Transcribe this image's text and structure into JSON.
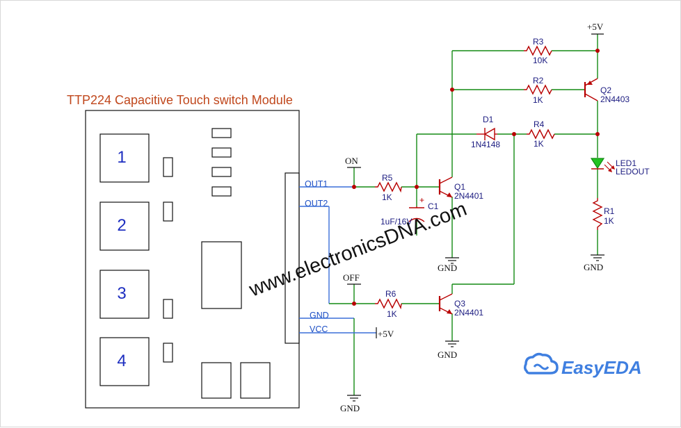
{
  "module": {
    "title": "TTP224 Capacitive Touch switch Module",
    "pads": [
      "1",
      "2",
      "3",
      "4"
    ],
    "pins": [
      "OUT1",
      "OUT2",
      "GND",
      "VCC"
    ]
  },
  "power": {
    "vcc_top": "+5V",
    "vcc_module": "+5V",
    "gnd": "GND"
  },
  "nets": {
    "on": "ON",
    "off": "OFF"
  },
  "components": {
    "r3": {
      "ref": "R3",
      "value": "10K"
    },
    "r2": {
      "ref": "R2",
      "value": "1K"
    },
    "r4": {
      "ref": "R4",
      "value": "1K"
    },
    "r5": {
      "ref": "R5",
      "value": "1K"
    },
    "r6": {
      "ref": "R6",
      "value": "1K"
    },
    "r1": {
      "ref": "R1",
      "value": "1K"
    },
    "q1": {
      "ref": "Q1",
      "value": "2N4401"
    },
    "q2": {
      "ref": "Q2",
      "value": "2N4403"
    },
    "q3": {
      "ref": "Q3",
      "value": "2N4401"
    },
    "d1": {
      "ref": "D1",
      "value": "1N4148"
    },
    "c1": {
      "ref": "C1",
      "value": "1uF/16V"
    },
    "led1": {
      "ref": "LED1",
      "value": "LEDOUT"
    }
  },
  "watermark": "www.electronicsDNA.com",
  "brand": {
    "name": "EasyEDA",
    "color": "#3f7fe0"
  },
  "colors": {
    "wire": "#138a13",
    "component": "#b80000",
    "pin_label": "#1d4fc4",
    "title": "#c0471c"
  }
}
